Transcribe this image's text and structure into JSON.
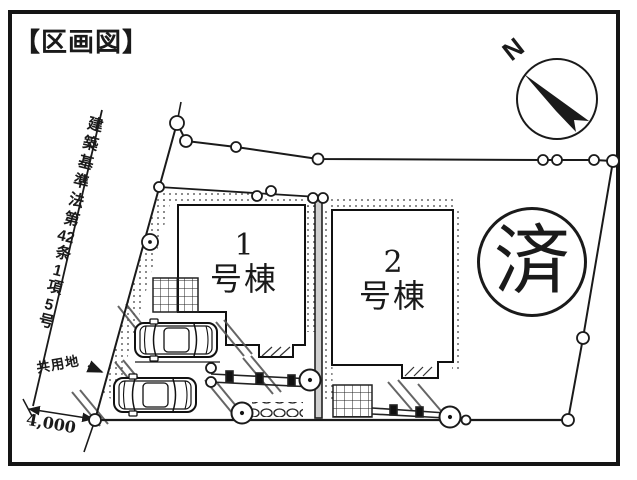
{
  "page": {
    "title": "【区画図】"
  },
  "compass": {
    "label": "N"
  },
  "road": {
    "parts": {
      "p0": "建築基準法第",
      "p1": "42",
      "p2": "条",
      "p3": "1",
      "p4": "項",
      "p5": "5",
      "p6": "号"
    }
  },
  "labels": {
    "shared_area": "共用地",
    "dimension": "4,000"
  },
  "buildings": {
    "b1": {
      "number": "1",
      "suffix": "号棟"
    },
    "b2": {
      "number": "2",
      "suffix": "号棟"
    }
  },
  "stamp": {
    "label": "済"
  },
  "colors": {
    "ink": "#1a1a1a",
    "background": "#ffffff"
  }
}
